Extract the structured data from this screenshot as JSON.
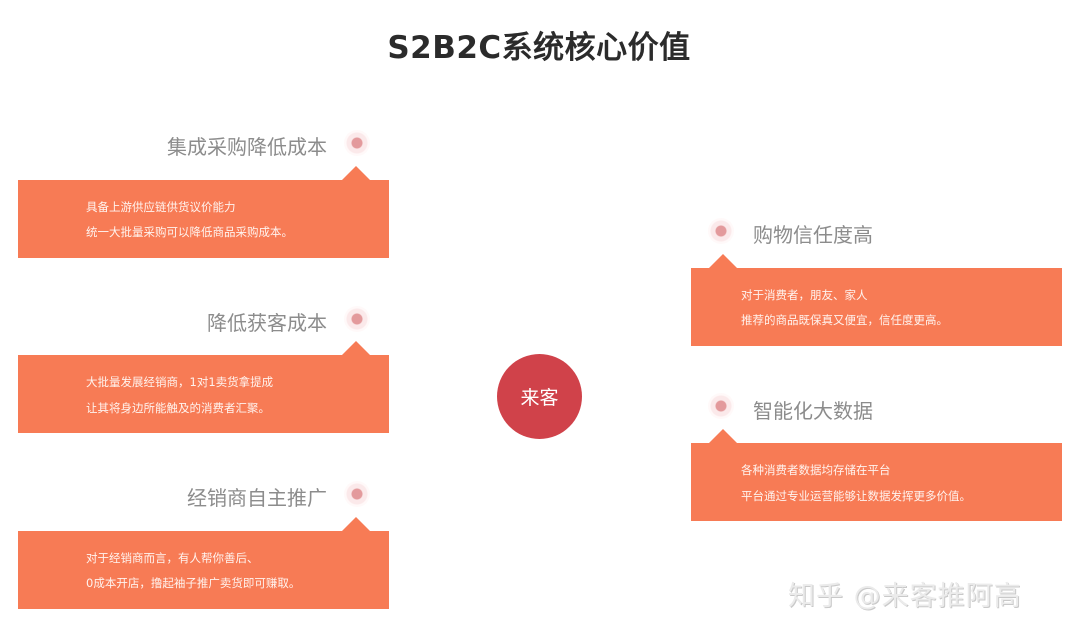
{
  "title": "S2B2C系统核心价值",
  "center": {
    "label": "来客"
  },
  "colors": {
    "panel": "#f77b55",
    "center": "#d0424a",
    "heading": "#8c8c8c",
    "dot": "#e39a9c"
  },
  "left_items": [
    {
      "heading": "集成采购降低成本",
      "lines": [
        "具备上游供应链供货议价能力",
        "统一大批量采购可以降低商品采购成本。"
      ]
    },
    {
      "heading": "降低获客成本",
      "lines": [
        "大批量发展经销商，1对1卖货拿提成",
        "让其将身边所能触及的消费者汇聚。"
      ]
    },
    {
      "heading": "经销商自主推广",
      "lines": [
        "对于经销商而言，有人帮你善后、",
        "0成本开店，撸起袖子推广卖货即可赚取。"
      ]
    }
  ],
  "right_items": [
    {
      "heading": "购物信任度高",
      "lines": [
        "对于消费者，朋友、家人",
        "推荐的商品既保真又便宜，信任度更高。"
      ]
    },
    {
      "heading": "智能化大数据",
      "lines": [
        "各种消费者数据均存储在平台",
        "平台通过专业运营能够让数据发挥更多价值。"
      ]
    }
  ],
  "watermark": "知乎 @来客推阿高"
}
